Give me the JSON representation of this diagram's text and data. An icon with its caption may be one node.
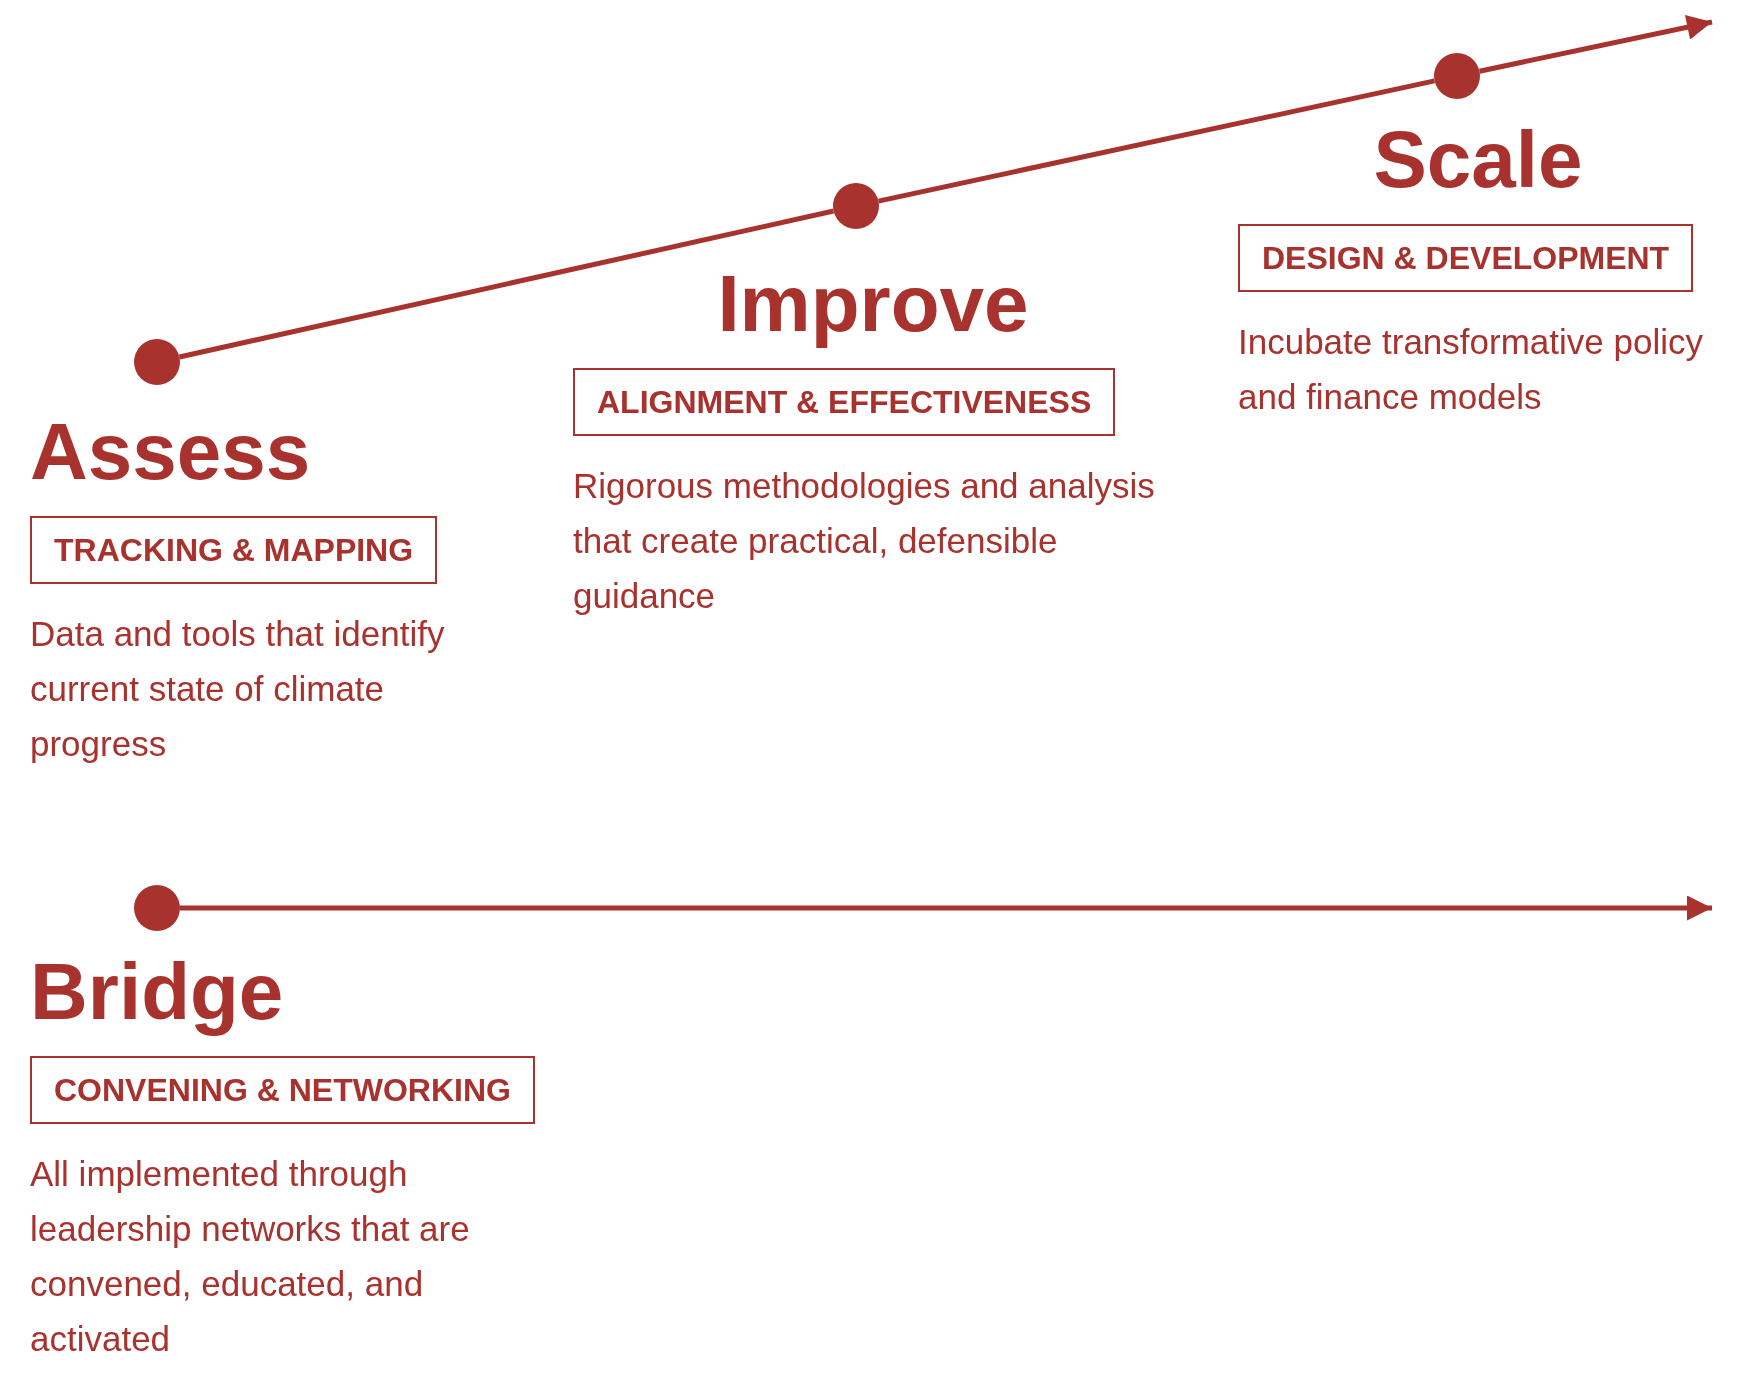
{
  "diagram": {
    "nodes": [
      {
        "text": [],
        "shape": "circle"
      },
      {
        "text": [],
        "shape": "circle"
      },
      {
        "text": [],
        "shape": "circle"
      },
      {
        "text": [
          "Scale",
          "DESIGN & DEVELOPMENT"
        ],
        "beside": [
          "Incubate transformative policy and finance models"
        ]
      },
      {
        "text": [
          "Improve",
          "ALIGNMENT & EFFECTIVENESS"
        ],
        "beside": [
          "Rigorous methodologies and analysis that create practical, defensible guidance"
        ]
      },
      {
        "text": [
          "Assess",
          "TRACKING & MAPPING"
        ],
        "beside": [
          "Data and tools that identify current state of climate progress"
        ]
      },
      {
        "text": [],
        "shape": "circle"
      },
      {
        "text": [
          "Bridge",
          "CONVENING & NETWORKING"
        ],
        "beside": [
          "All implemented through leadership networks that are convened, educated, and activated"
        ]
      }
    ],
    "edges": [
      {
        "from": 0,
        "to": 1,
        "arrow": "none"
      },
      {
        "from": 1,
        "to": 2,
        "arrow": "none"
      },
      {
        "from": 2,
        "to": null,
        "arrow": "to"
      },
      {
        "from": 6,
        "to": null,
        "arrow": "to"
      }
    ]
  }
}
